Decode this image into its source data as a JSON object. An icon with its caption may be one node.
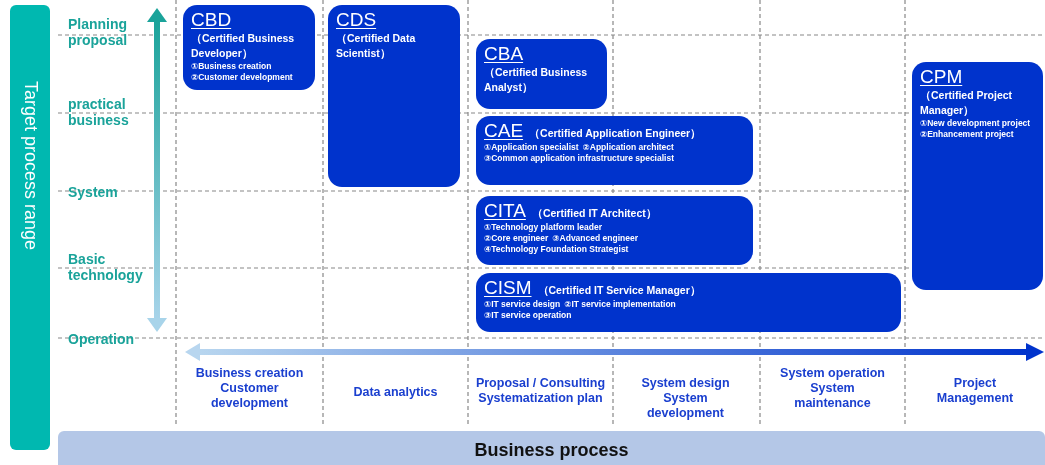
{
  "diagram": {
    "nodes": [
      {
        "text": [
          "Target process range"
        ]
      },
      {
        "text": [
          "CBD",
          "（Certified Business Developer）",
          "①Business creation",
          "②Customer development"
        ]
      },
      {
        "text": [
          "CDS",
          "（Certified Data Scientist）"
        ]
      },
      {
        "text": [
          "CBA",
          "（Certified Business Analyst）"
        ]
      },
      {
        "text": [
          "CAE",
          "（Certified Application Engineer）",
          "①Application specialist",
          "②Application architect",
          "③Common application infrastructure specialist"
        ]
      },
      {
        "text": [
          "CITA",
          "（Certified IT Architect）",
          "①Technology platform leader",
          "②Core engineer",
          "③Advanced engineer",
          "④Technology Foundation Strategist"
        ]
      },
      {
        "text": [
          "CISM",
          "（Certified IT Service Manager）",
          "①IT service design",
          "②IT service implementation",
          "③IT service operation"
        ]
      },
      {
        "text": [
          "CPM",
          "（Certified Project Manager）",
          "①New development project",
          "②Enhancement project"
        ]
      },
      {
        "text": [
          "Business process"
        ]
      }
    ],
    "labels": [
      "Planning proposal",
      "practical business",
      "System",
      "Basic technology",
      "Operation",
      "Business creation Customer development",
      "Data analytics",
      "Proposal / Consulting Systematization plan",
      "System design System development",
      "System operation System maintenance",
      "Project Management"
    ]
  }
}
